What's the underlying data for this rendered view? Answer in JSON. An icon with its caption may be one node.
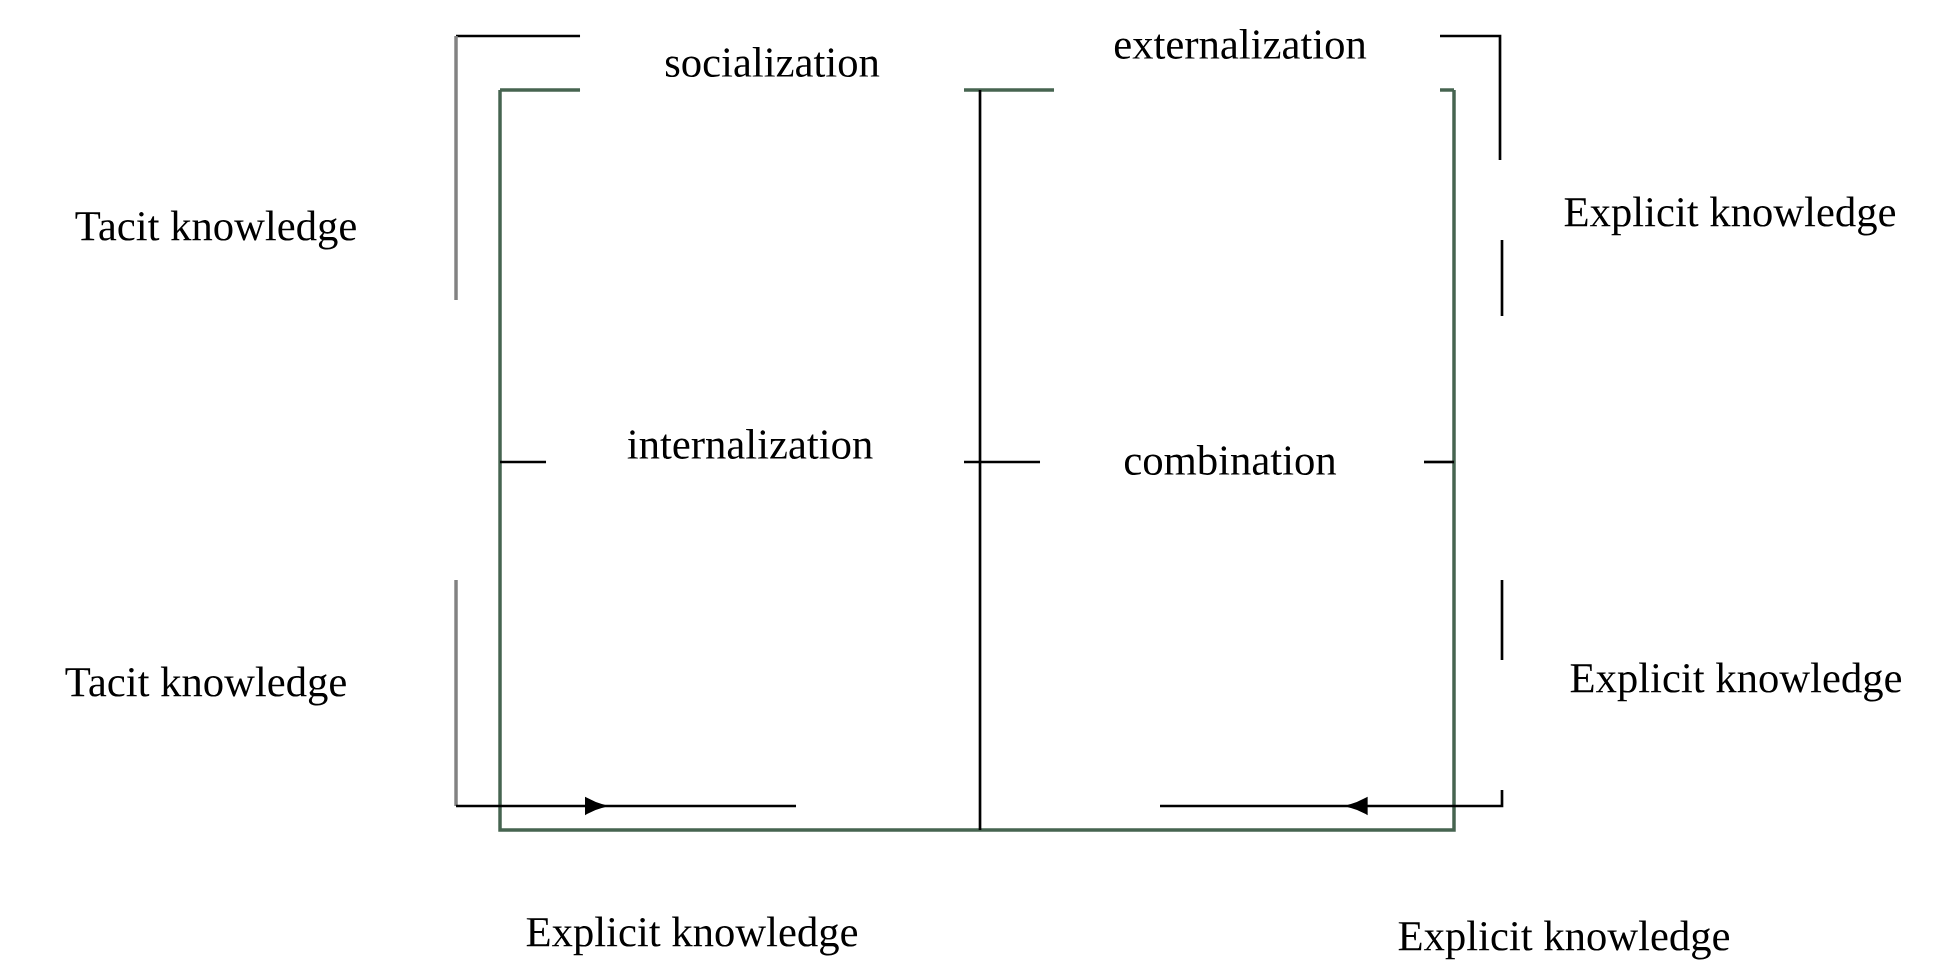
{
  "diagram": {
    "labels": [
      "socialization",
      "externalization",
      "Tacit knowledge",
      "Explicit knowledge",
      "internalization",
      "combination",
      "Tacit knowledge",
      "Explicit knowledge",
      "Explicit knowledge",
      "Explicit knowledge"
    ]
  }
}
